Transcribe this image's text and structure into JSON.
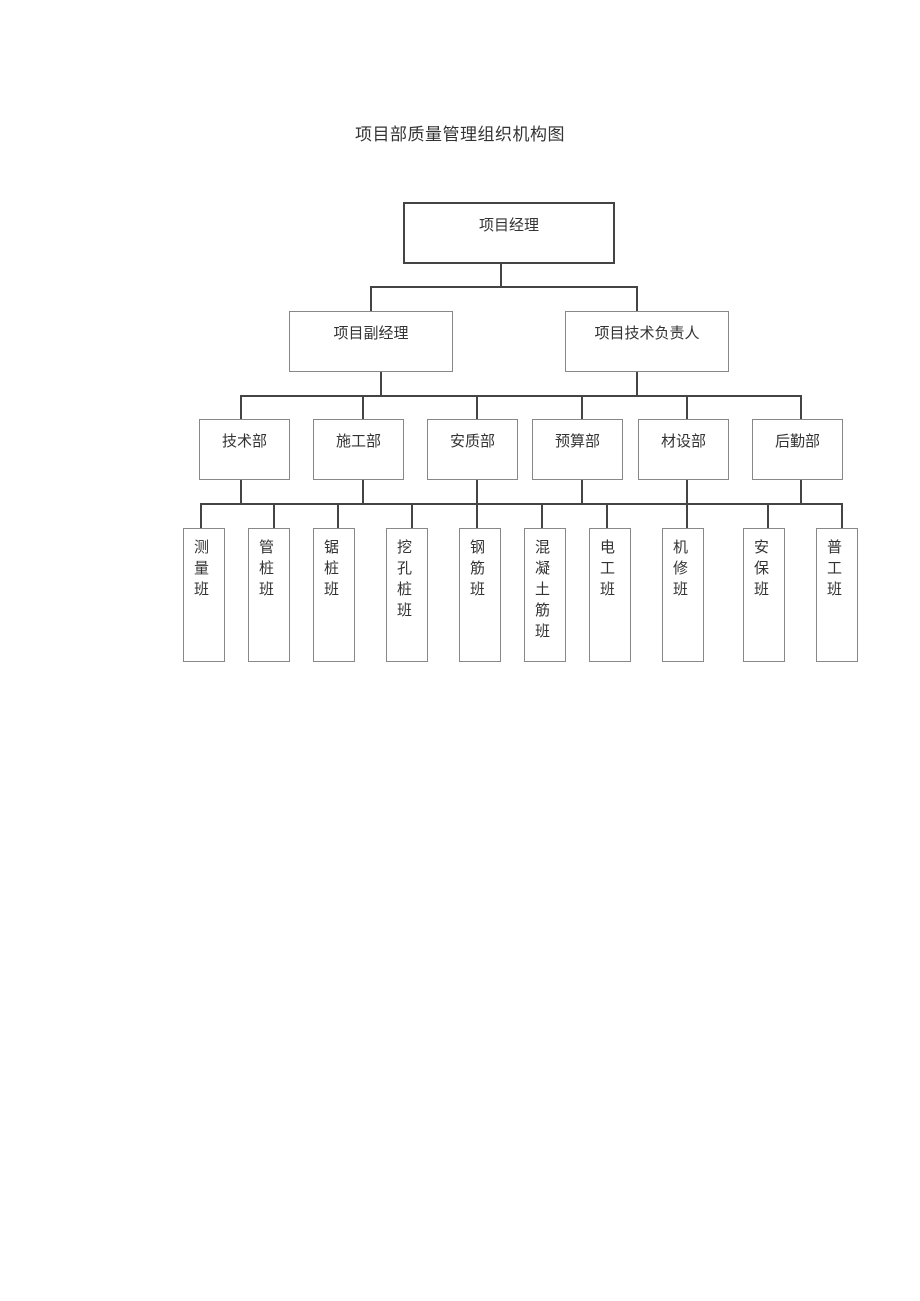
{
  "title": "项目部质量管理组织机构图",
  "level1": {
    "label": "项目经理"
  },
  "level2": [
    {
      "label": "项目副经理"
    },
    {
      "label": "项目技术负责人"
    }
  ],
  "departments": [
    {
      "label": "技术部"
    },
    {
      "label": "施工部"
    },
    {
      "label": "安质部"
    },
    {
      "label": "预算部"
    },
    {
      "label": "材设部"
    },
    {
      "label": "后勤部"
    }
  ],
  "teams": [
    {
      "label": "测量班"
    },
    {
      "label": "管桩班"
    },
    {
      "label": "锯桩班"
    },
    {
      "label": "挖孔桩班"
    },
    {
      "label": "钢筋班"
    },
    {
      "label": "混凝土筋班"
    },
    {
      "label": "电工班"
    },
    {
      "label": "机修班"
    },
    {
      "label": "安保班"
    },
    {
      "label": "普工班"
    }
  ]
}
